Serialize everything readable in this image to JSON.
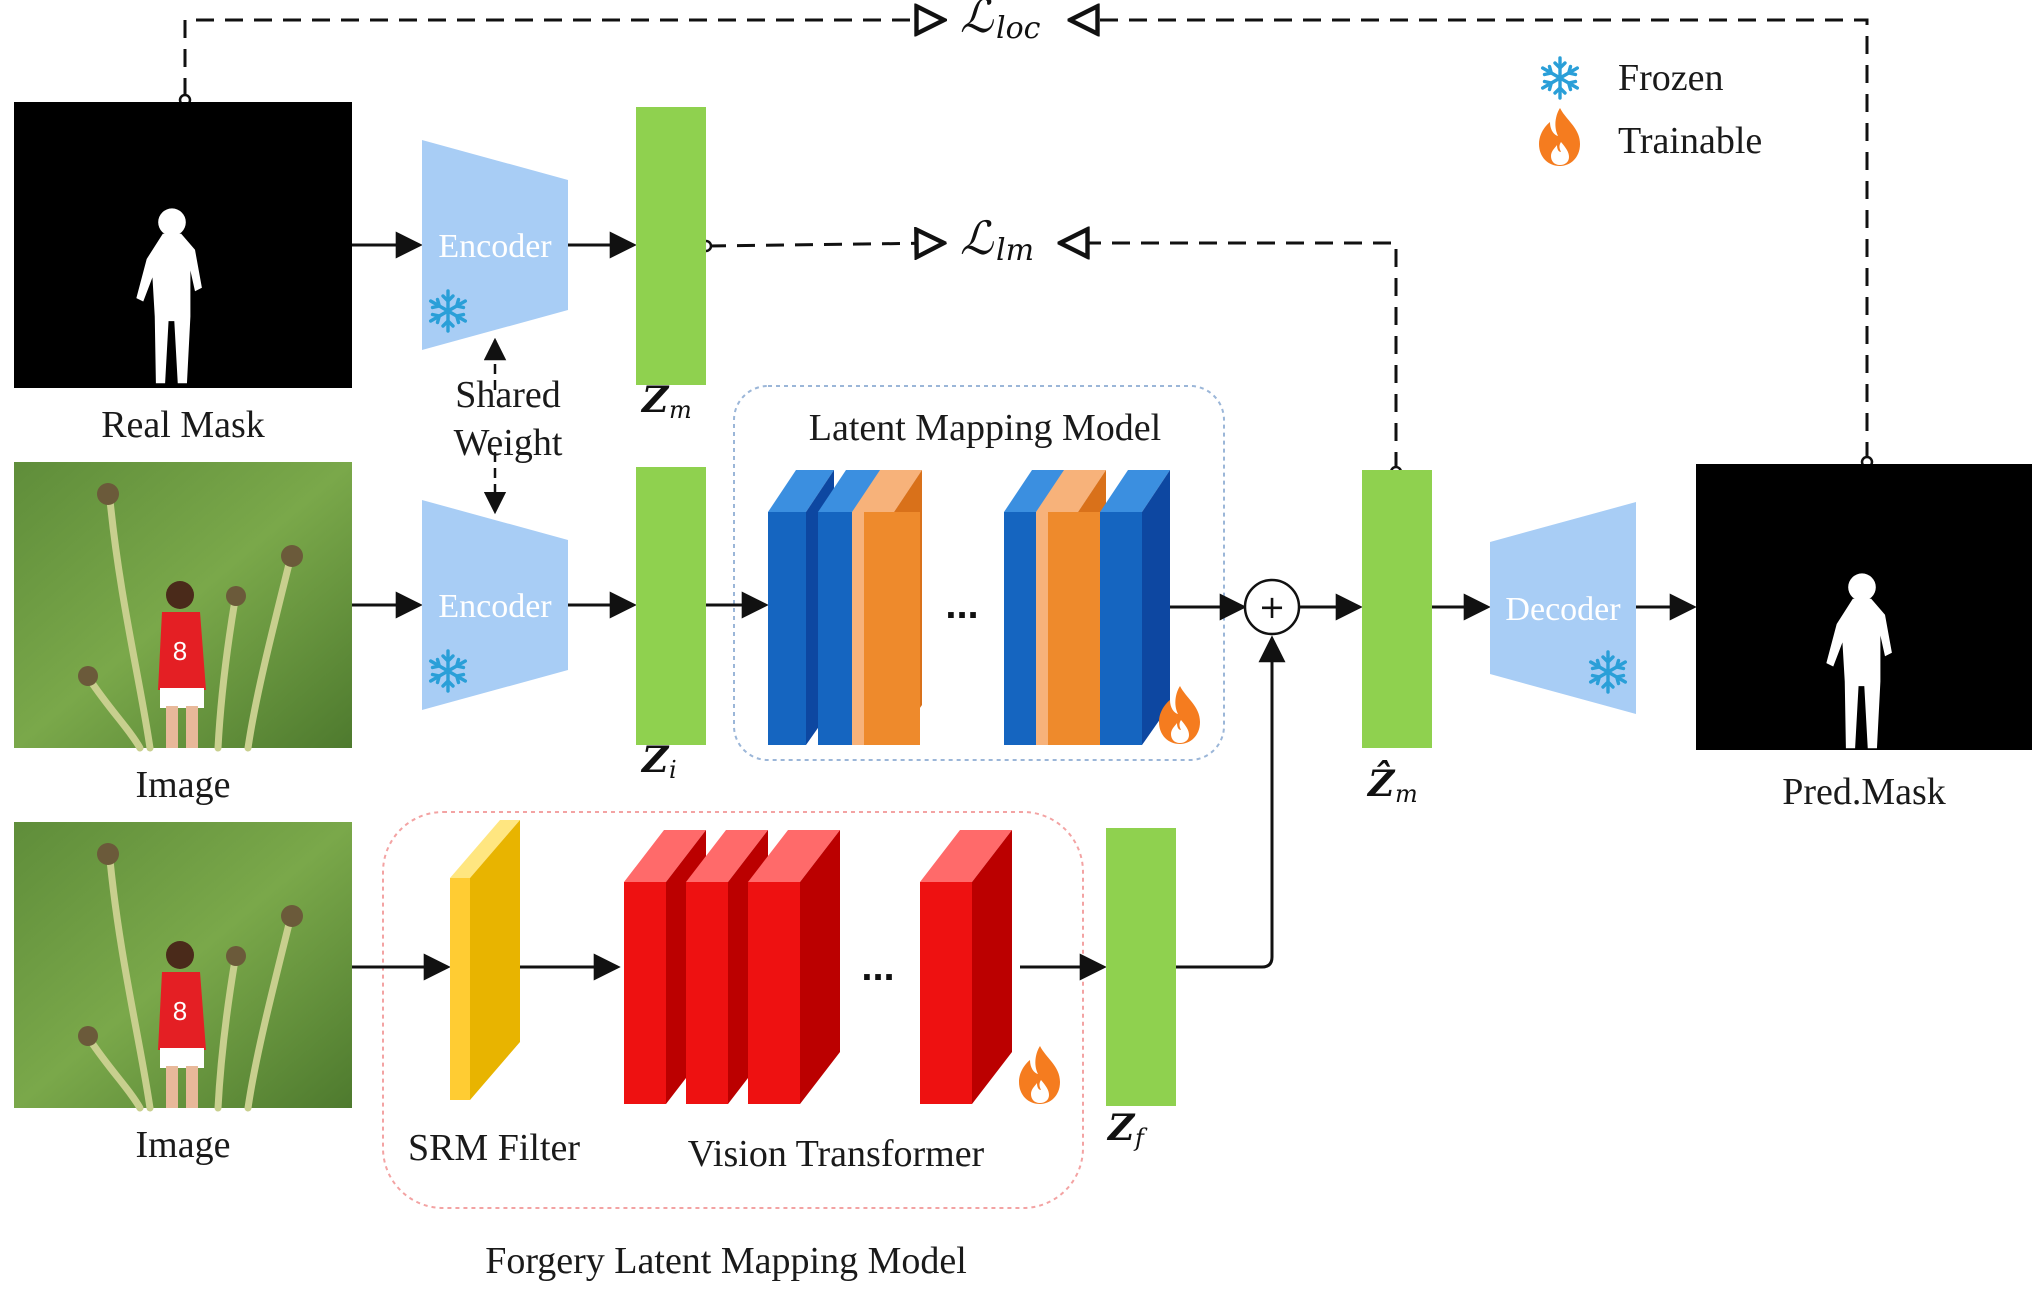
{
  "legend": {
    "frozen_label": "Frozen",
    "trainable_label": "Trainable",
    "frozen_icon": "snowflake-icon",
    "trainable_icon": "flame-icon"
  },
  "inputs": {
    "real_mask_label": "Real Mask",
    "image_label_1": "Image",
    "image_label_2": "Image",
    "pred_mask_label": "Pred.Mask"
  },
  "blocks": {
    "encoder_top": "Encoder",
    "encoder_mid": "Encoder",
    "decoder": "Decoder",
    "shared_weight_line1": "Shared",
    "shared_weight_line2": "Weight",
    "srm_filter": "SRM Filter",
    "vision_transformer": "Vision Transformer",
    "latent_mapping_model": "Latent Mapping Model",
    "forgery_latent_mapping_model": "Forgery Latent Mapping Model",
    "ellipsis": "..."
  },
  "latents": {
    "z_m_main": "Z",
    "z_m_sub": "m",
    "z_i_main": "Z",
    "z_i_sub": "i",
    "z_f_main": "Z",
    "z_f_sub": "f",
    "z_hat_m_main": "Ẑ",
    "z_hat_m_sub": "m"
  },
  "losses": {
    "loc_main": "ℒ",
    "loc_sub": "loc",
    "lm_main": "ℒ",
    "lm_sub": "lm"
  },
  "operators": {
    "plus": "+"
  },
  "colors": {
    "encoder_fill": "#a8cdf5",
    "latent_green": "#8fd14f",
    "blue_front": "#1565c0",
    "blue_side": "#0d47a1",
    "orange_front": "#ee8a2c",
    "orange_side": "#f7b27a",
    "red_front": "#ee1111",
    "red_side": "#bb0000",
    "yellow_front": "#ffcc33",
    "snowflake": "#2a9fd8",
    "flame": "#f57c1f",
    "group_blue_border": "#9bb6d8",
    "group_red_border": "#f3a3a3"
  }
}
